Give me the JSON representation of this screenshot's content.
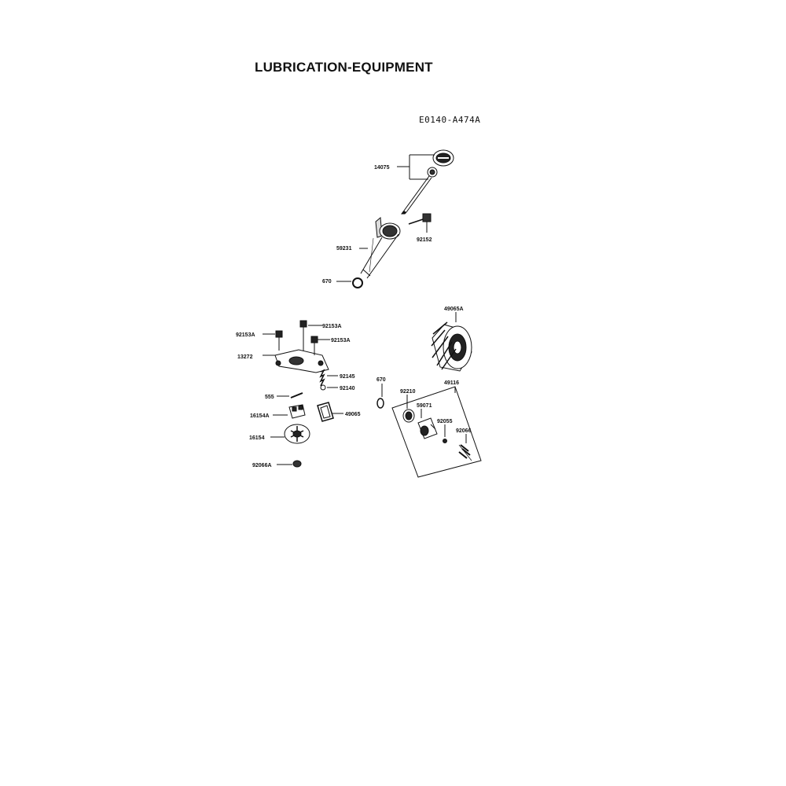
{
  "header": {
    "title": "LUBRICATION-EQUIPMENT",
    "diagram_code": "E0140-A474A"
  },
  "callouts": [
    "14075",
    "59231",
    "92152",
    "670",
    "49065A",
    "92153A",
    "92153A",
    "92153A",
    "13272",
    "92145",
    "92140",
    "555",
    "16154A",
    "49065",
    "16154",
    "92066A",
    "670",
    "49116",
    "92210",
    "59071",
    "92055",
    "92066"
  ]
}
